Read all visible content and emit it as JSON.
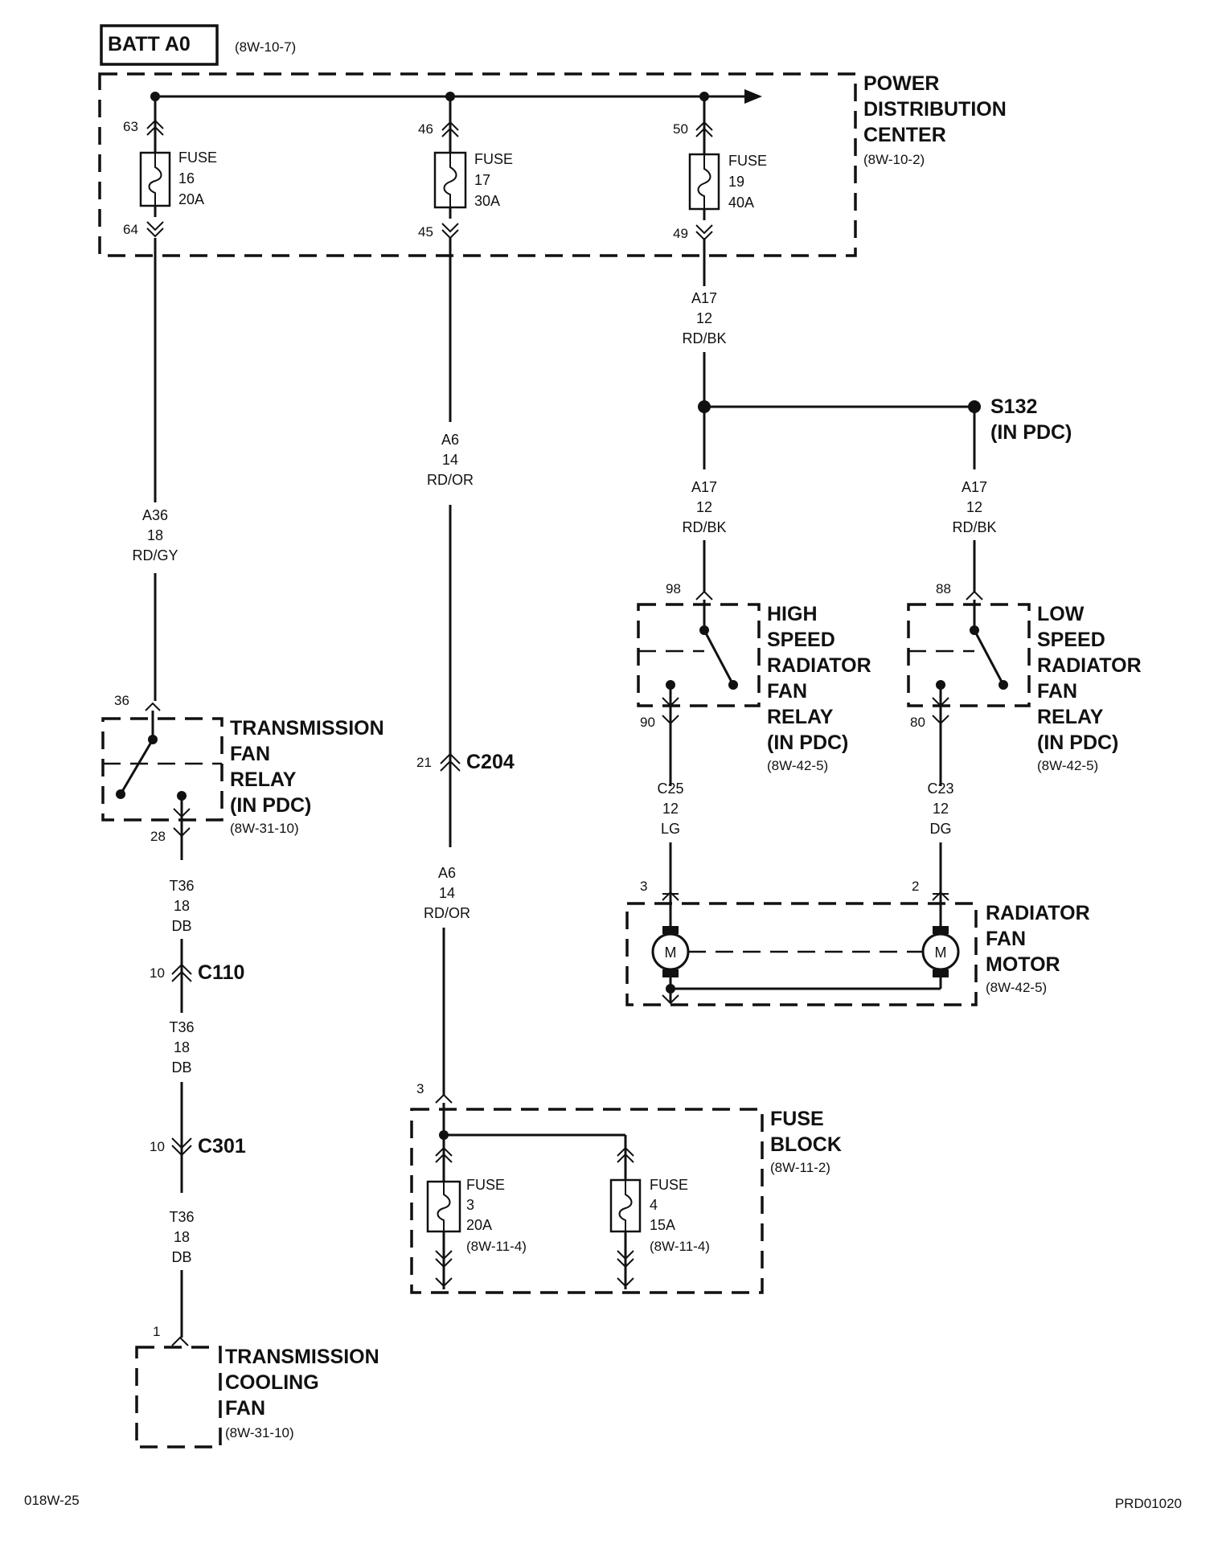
{
  "batt": {
    "label": "BATT A0",
    "ref": "(8W-10-7)"
  },
  "pdc": {
    "name": [
      "POWER",
      "DISTRIBUTION",
      "CENTER"
    ],
    "ref": "(8W-10-2)",
    "fuses": [
      {
        "in": "63",
        "out": "64",
        "lines": [
          "FUSE",
          "16",
          "20A"
        ]
      },
      {
        "in": "46",
        "out": "45",
        "lines": [
          "FUSE",
          "17",
          "30A"
        ]
      },
      {
        "in": "50",
        "out": "49",
        "lines": [
          "FUSE",
          "19",
          "40A"
        ]
      }
    ]
  },
  "wires": {
    "a36": [
      "A36",
      "18",
      "RD/GY"
    ],
    "a6_top": [
      "A6",
      "14",
      "RD/OR"
    ],
    "a6_bot": [
      "A6",
      "14",
      "RD/OR"
    ],
    "a17_top": [
      "A17",
      "12",
      "RD/BK"
    ],
    "a17_hi": [
      "A17",
      "12",
      "RD/BK"
    ],
    "a17_lo": [
      "A17",
      "12",
      "RD/BK"
    ],
    "t36_1": [
      "T36",
      "18",
      "DB"
    ],
    "t36_2": [
      "T36",
      "18",
      "DB"
    ],
    "t36_3": [
      "T36",
      "18",
      "DB"
    ],
    "c25": [
      "C25",
      "12",
      "LG"
    ],
    "c23": [
      "C23",
      "12",
      "DG"
    ]
  },
  "splice": {
    "name": "S132",
    "sub": "(IN PDC)"
  },
  "trans_relay": {
    "name": [
      "TRANSMISSION",
      "FAN",
      "RELAY",
      "(IN PDC)"
    ],
    "ref": "(8W-31-10)",
    "pin_in": "36",
    "pin_out": "28"
  },
  "hi_relay": {
    "name": [
      "HIGH",
      "SPEED",
      "RADIATOR",
      "FAN",
      "RELAY",
      "(IN PDC)"
    ],
    "ref": "(8W-42-5)",
    "pin_in": "98",
    "pin_out": "90"
  },
  "lo_relay": {
    "name": [
      "LOW",
      "SPEED",
      "RADIATOR",
      "FAN",
      "RELAY",
      "(IN PDC)"
    ],
    "ref": "(8W-42-5)",
    "pin_in": "88",
    "pin_out": "80"
  },
  "connectors": {
    "c204": {
      "name": "C204",
      "pin": "21"
    },
    "c110": {
      "name": "C110",
      "pin": "10"
    },
    "c301": {
      "name": "C301",
      "pin": "10"
    }
  },
  "motor": {
    "name": [
      "RADIATOR",
      "FAN",
      "MOTOR"
    ],
    "ref": "(8W-42-5)",
    "pin_left": "3",
    "pin_right": "2",
    "symbol": "M"
  },
  "fuse_block": {
    "name": [
      "FUSE",
      "BLOCK"
    ],
    "ref": "(8W-11-2)",
    "pin_in": "3",
    "fuses": [
      {
        "lines": [
          "FUSE",
          "3",
          "20A",
          "(8W-11-4)"
        ]
      },
      {
        "lines": [
          "FUSE",
          "4",
          "15A",
          "(8W-11-4)"
        ]
      }
    ]
  },
  "cooling_fan": {
    "name": [
      "TRANSMISSION",
      "COOLING",
      "FAN"
    ],
    "ref": "(8W-31-10)",
    "pin": "1"
  },
  "footer": {
    "left": "018W-25",
    "right": "PRD01020"
  }
}
